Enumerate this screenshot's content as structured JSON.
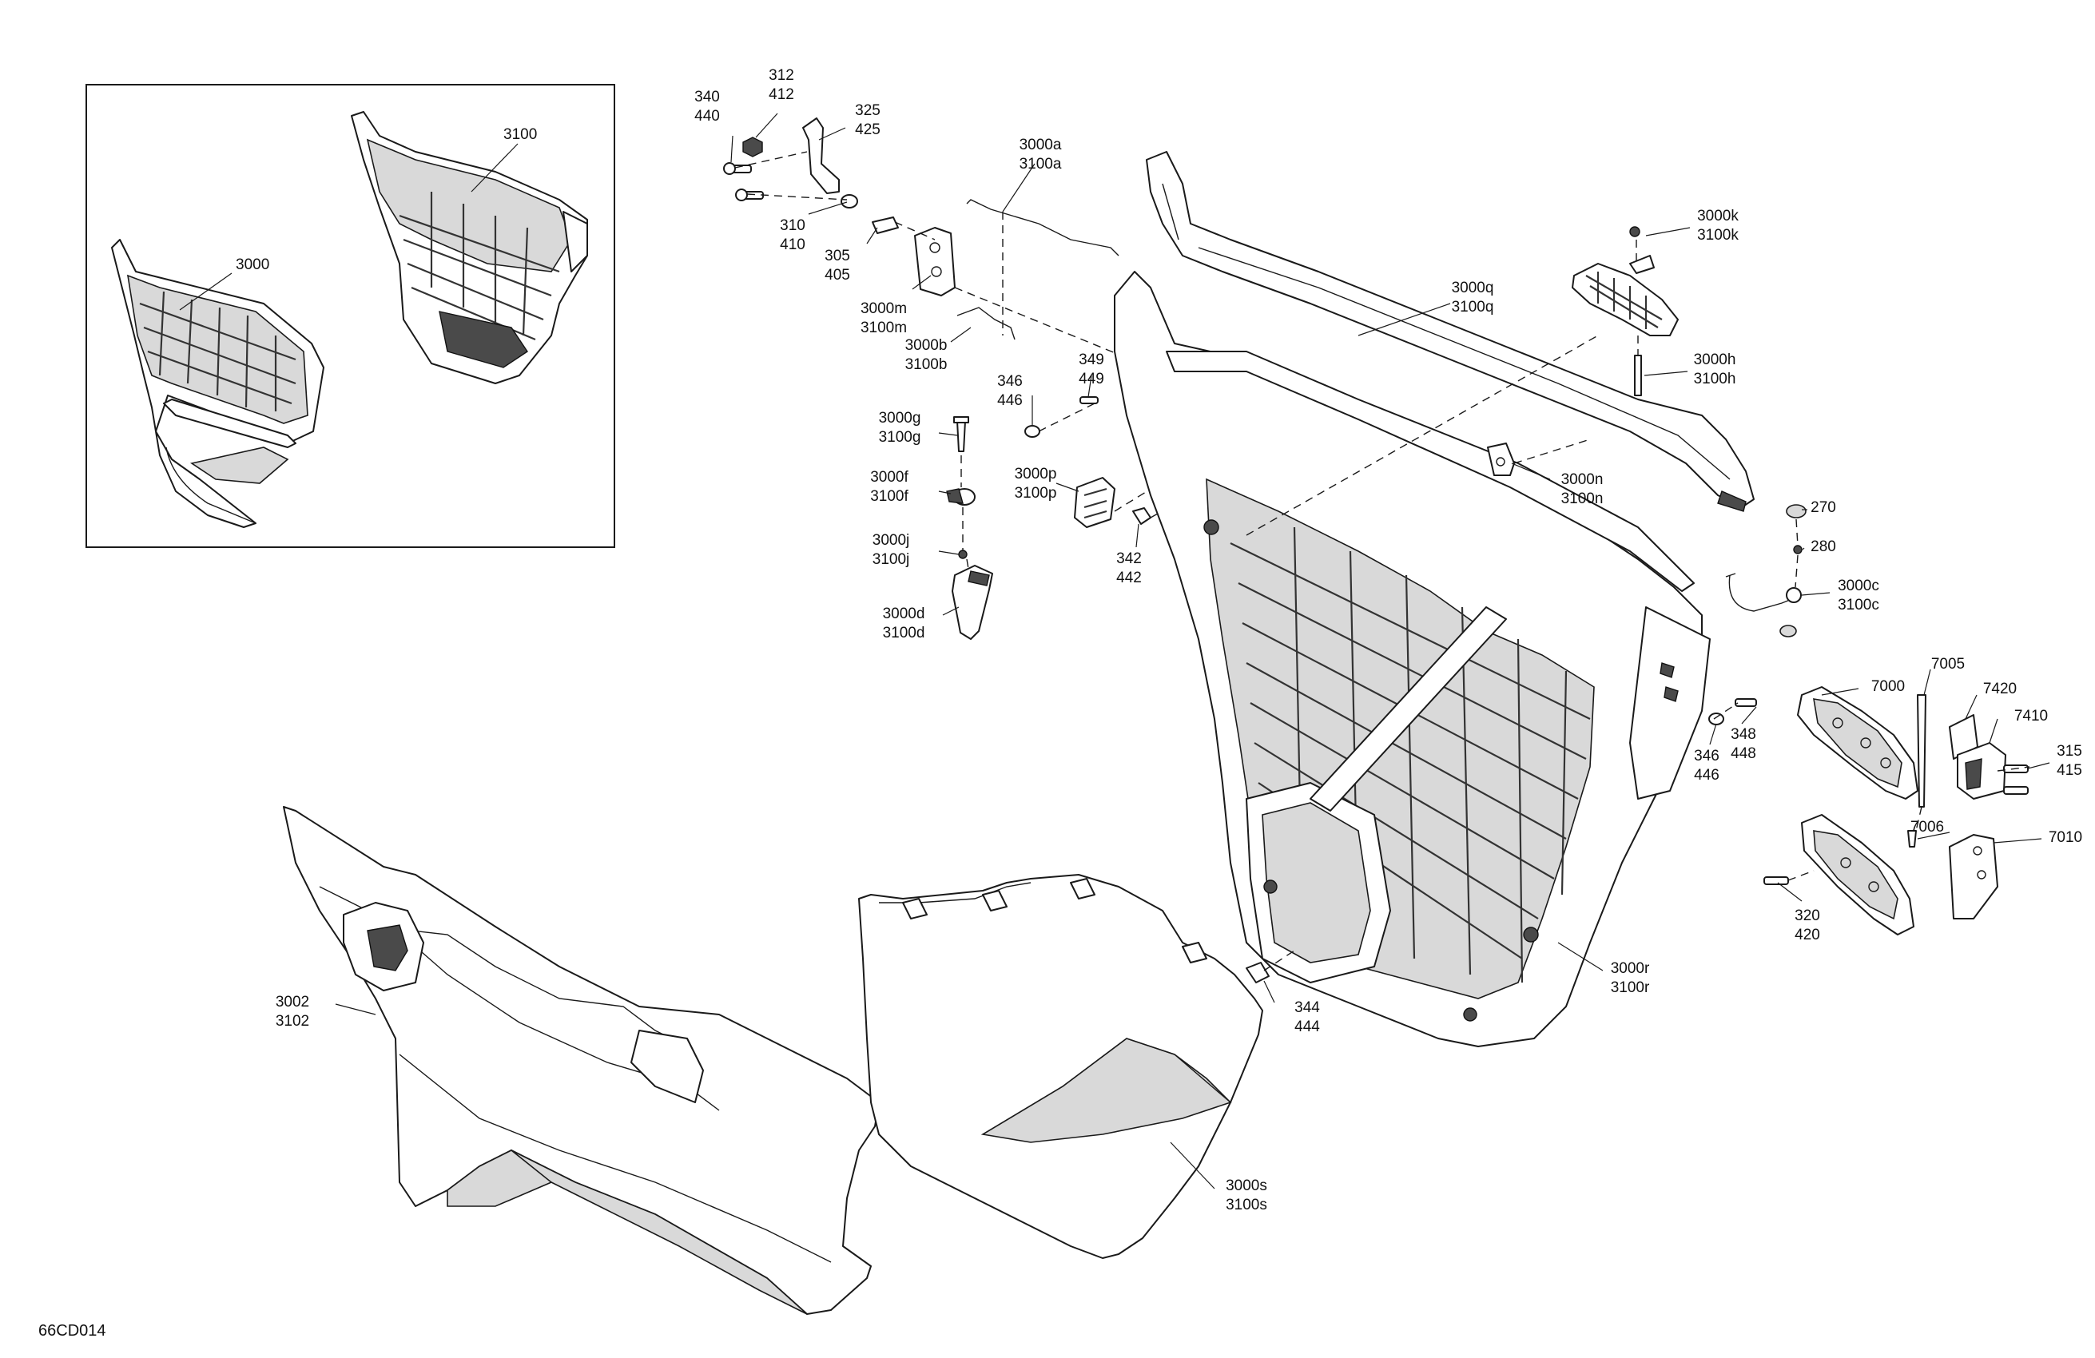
{
  "doc_code": "66CD014",
  "callouts": [
    {
      "id": "c-312",
      "lines": [
        "312",
        "412"
      ]
    },
    {
      "id": "c-340",
      "lines": [
        "340",
        "440"
      ]
    },
    {
      "id": "c-325",
      "lines": [
        "325",
        "425"
      ]
    },
    {
      "id": "c-3000a",
      "lines": [
        "3000a",
        "3100a"
      ]
    },
    {
      "id": "c-310",
      "lines": [
        "310",
        "410"
      ]
    },
    {
      "id": "c-305",
      "lines": [
        "305",
        "405"
      ]
    },
    {
      "id": "c-3000m",
      "lines": [
        "3000m",
        "3100m"
      ]
    },
    {
      "id": "c-3000b",
      "lines": [
        "3000b",
        "3100b"
      ]
    },
    {
      "id": "c-349",
      "lines": [
        "349",
        "449"
      ]
    },
    {
      "id": "c-346a",
      "lines": [
        "346",
        "446"
      ]
    },
    {
      "id": "c-3000g",
      "lines": [
        "3000g",
        "3100g"
      ]
    },
    {
      "id": "c-3000f",
      "lines": [
        "3000f",
        "3100f"
      ]
    },
    {
      "id": "c-3000p",
      "lines": [
        "3000p",
        "3100p"
      ]
    },
    {
      "id": "c-3000j",
      "lines": [
        "3000j",
        "3100j"
      ]
    },
    {
      "id": "c-342",
      "lines": [
        "342",
        "442"
      ]
    },
    {
      "id": "c-3000d",
      "lines": [
        "3000d",
        "3100d"
      ]
    },
    {
      "id": "c-3000k",
      "lines": [
        "3000k",
        "3100k"
      ]
    },
    {
      "id": "c-3000q",
      "lines": [
        "3000q",
        "3100q"
      ]
    },
    {
      "id": "c-3000h",
      "lines": [
        "3000h",
        "3100h"
      ]
    },
    {
      "id": "c-3000n",
      "lines": [
        "3000n",
        "3100n"
      ]
    },
    {
      "id": "c-270",
      "lines": [
        "270"
      ]
    },
    {
      "id": "c-280",
      "lines": [
        "280"
      ]
    },
    {
      "id": "c-3000c",
      "lines": [
        "3000c",
        "3100c"
      ]
    },
    {
      "id": "c-7005",
      "lines": [
        "7005"
      ]
    },
    {
      "id": "c-7000",
      "lines": [
        "7000"
      ]
    },
    {
      "id": "c-7420",
      "lines": [
        "7420"
      ]
    },
    {
      "id": "c-7410",
      "lines": [
        "7410"
      ]
    },
    {
      "id": "c-348",
      "lines": [
        "348",
        "448"
      ]
    },
    {
      "id": "c-346b",
      "lines": [
        "346",
        "446"
      ]
    },
    {
      "id": "c-315",
      "lines": [
        "315",
        "415"
      ]
    },
    {
      "id": "c-7006",
      "lines": [
        "7006"
      ]
    },
    {
      "id": "c-7010",
      "lines": [
        "7010"
      ]
    },
    {
      "id": "c-320",
      "lines": [
        "320",
        "420"
      ]
    },
    {
      "id": "c-3000r",
      "lines": [
        "3000r",
        "3100r"
      ]
    },
    {
      "id": "c-344",
      "lines": [
        "344",
        "444"
      ]
    },
    {
      "id": "c-3002",
      "lines": [
        "3002",
        "3102"
      ]
    },
    {
      "id": "c-3000s",
      "lines": [
        "3000s",
        "3100s"
      ]
    },
    {
      "id": "c-3000",
      "lines": [
        "3000"
      ]
    },
    {
      "id": "c-3100",
      "lines": [
        "3100"
      ]
    }
  ]
}
